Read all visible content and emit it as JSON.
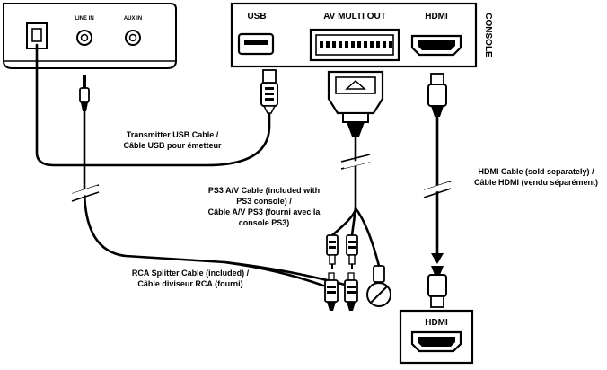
{
  "receiver": {
    "line_in_label": "LINE IN",
    "aux_in_label": "AUX IN"
  },
  "console": {
    "label": "CONSOLE",
    "usb_label": "USB",
    "av_label": "AV MULTI OUT",
    "hdmi_label": "HDMI"
  },
  "tv": {
    "hdmi_label": "HDMI"
  },
  "callouts": {
    "usb_cable": [
      "Transmitter USB Cable /",
      "Câble USB pour émetteur"
    ],
    "av_cable": [
      "PS3 A/V Cable (included with",
      "PS3 console) /",
      "Câble A/V PS3 (fourni avec la",
      "console PS3)"
    ],
    "hdmi_cable": [
      "HDMI Cable (sold separately) /",
      "Câble HDMI (vendu séparément)"
    ],
    "rca_cable": [
      "RCA Splitter Cable (included) /",
      "Câble diviseur RCA (fourni)"
    ]
  }
}
